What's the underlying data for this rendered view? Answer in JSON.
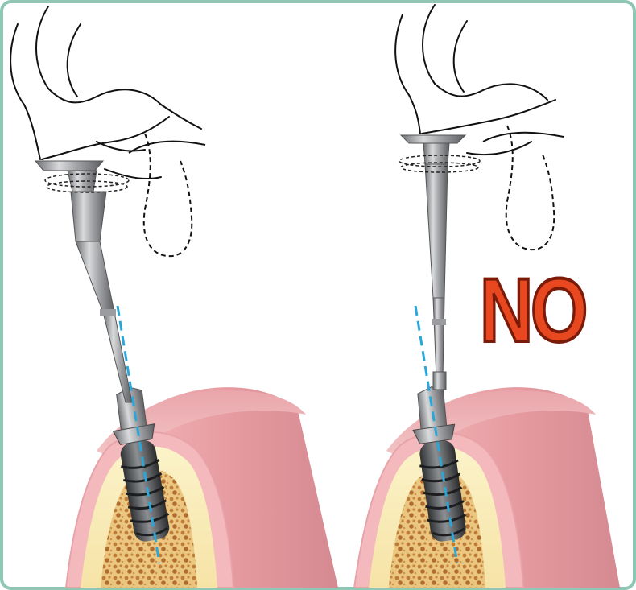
{
  "figure": {
    "label": "NO",
    "label_color": "#e8481f",
    "axis_color": "#2aa7d8",
    "frame_color": "#8fc6b4",
    "panels": [
      {
        "name": "left-panel"
      },
      {
        "name": "right-panel"
      }
    ]
  }
}
